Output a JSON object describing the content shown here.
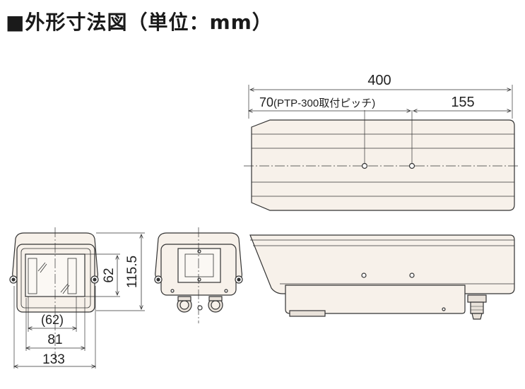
{
  "title": "■外形寸法図（単位：mm）",
  "dimensions": {
    "total_length": "400",
    "pitch": "70",
    "pitch_note": "(PTP-300取付ピッチ)",
    "front_offset": "155",
    "inner_height": "62",
    "total_height": "115.5",
    "inner_width": "(62)",
    "mid_width": "81",
    "total_width": "133"
  },
  "colors": {
    "line": "#333333",
    "housing_fill": "#f7f1ea",
    "window_fill": "#fbf8f4"
  }
}
